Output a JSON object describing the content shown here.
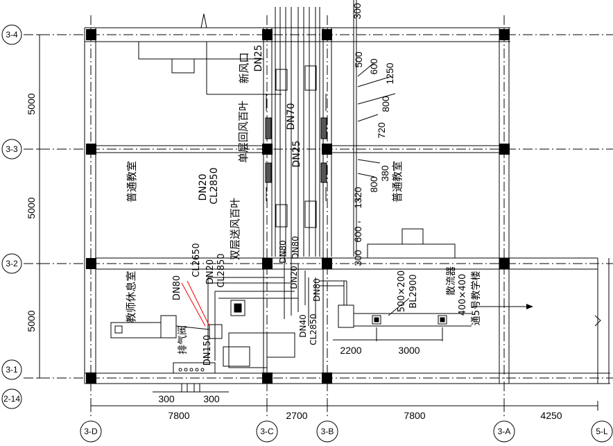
{
  "grid_bubbles": {
    "h_3_4": "3-4",
    "h_3_3": "3-3",
    "h_3_2": "3-2",
    "h_3_1": "3-1",
    "h_2_14": "2-14",
    "v_3_d": "3-D",
    "v_3_c": "3-C",
    "v_3_b": "3-B",
    "v_3_a": "3-A",
    "v_5_l": "5-L"
  },
  "left_dims": {
    "top": "5000",
    "mid": "5000",
    "bottom": "5000"
  },
  "bottom_dims": {
    "d1": "7800",
    "d2": "2700",
    "d3": "7800",
    "d4": "4250",
    "small_a": "300",
    "small_b": "300"
  },
  "rooms": {
    "classroom_left": "普通教室",
    "classroom_right": "普通教室",
    "teacher_lounge": "教师休息室"
  },
  "duct_labels": {
    "fresh_air_inlet": "新风口",
    "dn25_top": "DN25",
    "dn70": "DN70",
    "dn25_mid": "DN25",
    "single_return": "单层回风百叶",
    "dn20_a": "DN20",
    "cl2850_a": "CL2850",
    "double_supply": "双层送风百叶",
    "cl2650": "CL2650",
    "dn20_b": "DN20",
    "cl2850_b": "CL2850",
    "dn80_a": "DN80",
    "dn80_b": "DN80",
    "dn20_c": "DN20",
    "dn80_c": "DN80",
    "dn40": "DN40",
    "cl2850_c": "CL2850",
    "dn150": "DN150",
    "exhaust_valve": "排气阀",
    "dn80_left": "DN80",
    "size_500x200": "500×200",
    "bl2900": "BL2900",
    "diffuser": "散流器",
    "size_400x400": "400×400",
    "to_building5": "通5号教学楼",
    "d2200": "2200",
    "d3000": "3000"
  },
  "right_duct_dims": {
    "d300_top": "300",
    "d500": "500",
    "d600": "600",
    "d1250": "1250",
    "d800a": "800",
    "d720": "720",
    "d380": "380",
    "d800b": "800",
    "d1320": "1320",
    "d600b": "600",
    "d300b": "300"
  }
}
